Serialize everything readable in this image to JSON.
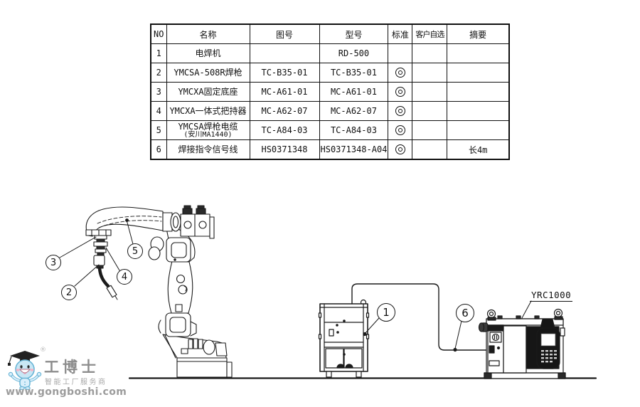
{
  "table": {
    "headers": [
      "NO",
      "名称",
      "图号",
      "型号",
      "标准",
      "客户自选",
      "摘要"
    ],
    "rows": [
      {
        "no": "1",
        "name": "电焊机",
        "name2": "",
        "drawing": "",
        "model": "RD-500",
        "standard": "",
        "custom": "",
        "note": ""
      },
      {
        "no": "2",
        "name": "YMCSA-508R焊枪",
        "name2": "",
        "drawing": "TC-B35-01",
        "model": "TC-B35-01",
        "standard": "◎",
        "custom": "",
        "note": ""
      },
      {
        "no": "3",
        "name": "YMCXA固定底座",
        "name2": "",
        "drawing": "MC-A61-01",
        "model": "MC-A61-01",
        "standard": "◎",
        "custom": "",
        "note": ""
      },
      {
        "no": "4",
        "name": "YMCXA一体式把持器",
        "name2": "",
        "drawing": "MC-A62-07",
        "model": "MC-A62-07",
        "standard": "◎",
        "custom": "",
        "note": ""
      },
      {
        "no": "5",
        "name": "YMCSA焊枪电缆",
        "name2": "(安川MA1440)",
        "drawing": "TC-A84-03",
        "model": "TC-A84-03",
        "standard": "◎",
        "custom": "",
        "note": ""
      },
      {
        "no": "6",
        "name": "焊接指令信号线",
        "name2": "",
        "drawing": "HS0371348",
        "model": "HS0371348-A04",
        "standard": "◎",
        "custom": "",
        "note": "长4m"
      }
    ]
  },
  "diagram": {
    "callouts": [
      "1",
      "2",
      "3",
      "4",
      "5",
      "6"
    ],
    "controller_label": "YRC1000"
  },
  "logo": {
    "brand": "工博士",
    "registered": "®",
    "tagline": "智能工厂服务商",
    "url": "www.gongboshi.com"
  },
  "colors": {
    "line": "#1b1b1b",
    "logo_blue_fill": "#c9e7f5",
    "logo_blue_stroke": "#6ab5d6",
    "logo_gray_text": "#8d8d8d",
    "logo_pink": "#f5b2c4"
  }
}
